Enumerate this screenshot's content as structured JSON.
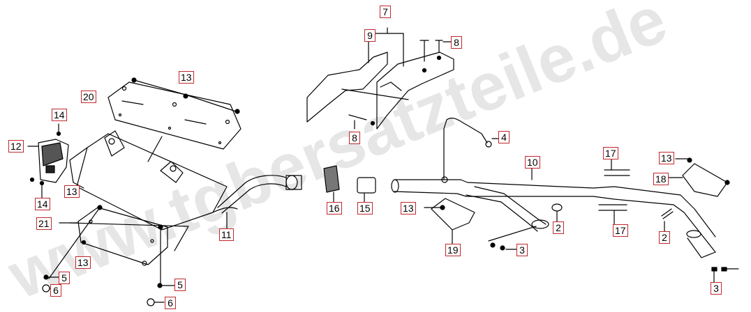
{
  "diagram": {
    "watermark_text": "www.tgbersatzteile.de",
    "accent_color": "#c0282d",
    "line_color": "#000000",
    "labels": {
      "l7": "7",
      "l9": "9",
      "l8a": "8",
      "l8b": "8",
      "l4": "4",
      "l10": "10",
      "l13a": "13",
      "l20": "20",
      "l14a": "14",
      "l12": "12",
      "l14b": "14",
      "l13b": "13",
      "l21": "21",
      "l13c": "13",
      "l5a": "5",
      "l6a": "6",
      "l5b": "5",
      "l6b": "6",
      "l11": "11",
      "l16": "16",
      "l15": "15",
      "l13d": "13",
      "l19": "19",
      "l2a": "2",
      "l3a": "3",
      "l17a": "17",
      "l17b": "17",
      "l13e": "13",
      "l18": "18",
      "l2b": "2",
      "l3b": "3"
    }
  }
}
